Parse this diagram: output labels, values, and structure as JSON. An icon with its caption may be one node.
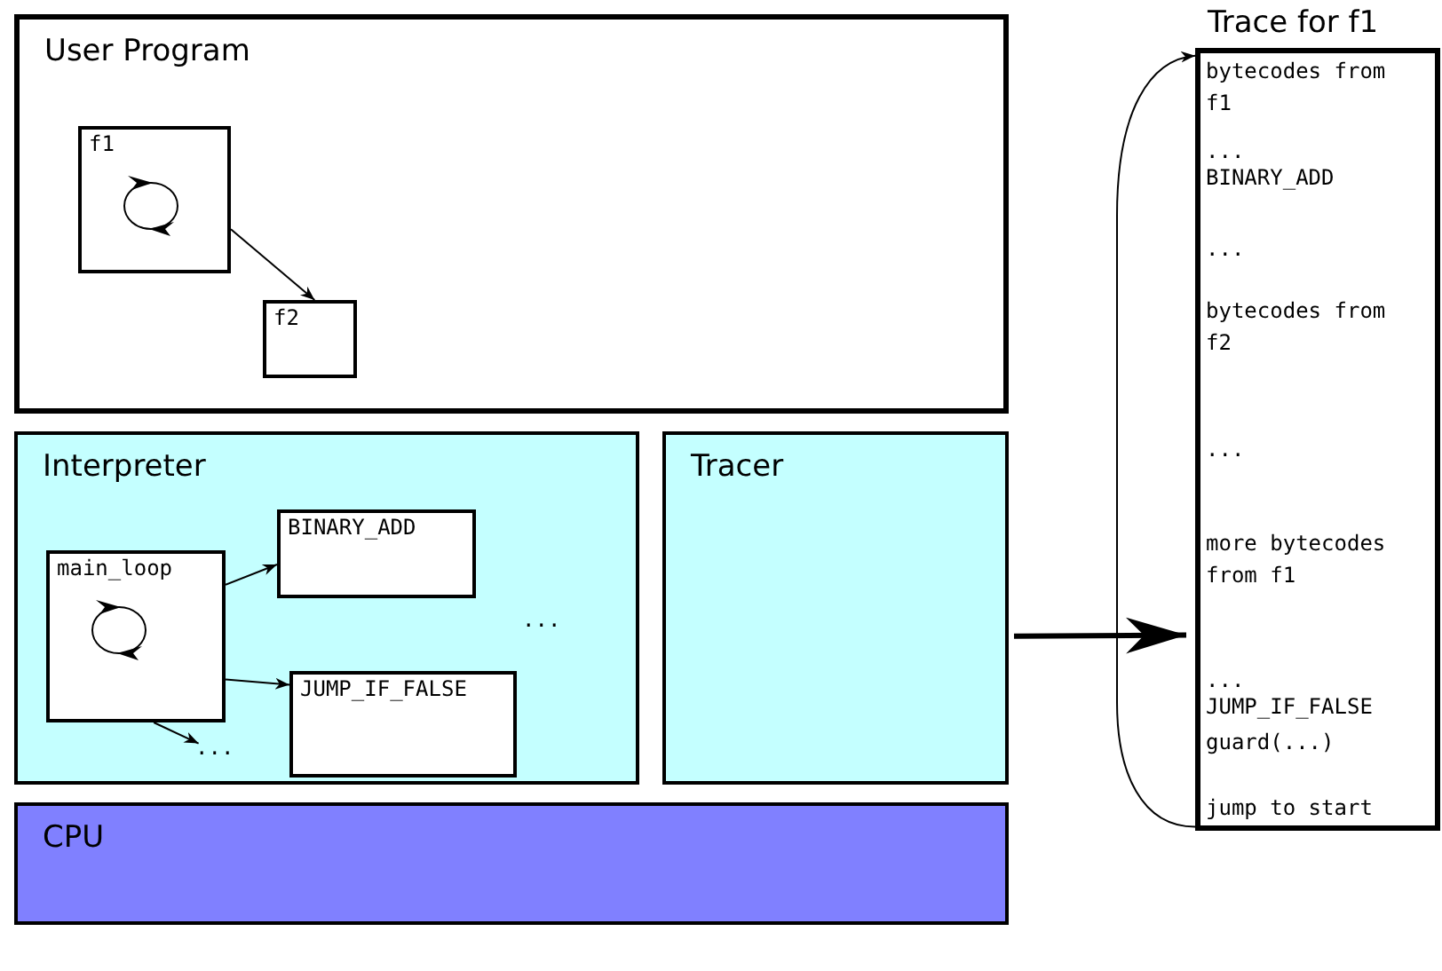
{
  "diagram": {
    "nodes": [
      {
        "text": [
          "User Program"
        ]
      },
      {
        "text": [
          "f1"
        ],
        "in": 0
      },
      {
        "text": [
          "f2"
        ],
        "in": 0
      },
      {
        "text": [
          "Interpreter"
        ]
      },
      {
        "text": [
          "main_loop"
        ],
        "in": 3
      },
      {
        "text": [
          "BINARY_ADD"
        ],
        "in": 3
      },
      {
        "text": [
          "JUMP_IF_FALSE"
        ],
        "in": 3
      },
      {
        "text": [
          "..."
        ],
        "in": 3
      },
      {
        "text": [
          "Tracer"
        ]
      },
      {
        "text": [
          "CPU"
        ]
      },
      {
        "text": [
          "Trace for f1",
          "bytecodes from f1",
          "...",
          "BINARY_ADD",
          "...",
          "bytecodes from f2",
          "...",
          "more bytecodes from f1",
          "...",
          "JUMP_IF_FALSE",
          "guard(...)",
          "jump to start"
        ]
      }
    ],
    "edges": [
      {
        "from": 1,
        "to": 2,
        "arrow": "to"
      },
      {
        "from": 4,
        "to": 5,
        "arrow": "to"
      },
      {
        "from": 4,
        "to": 6,
        "arrow": "to"
      },
      {
        "from": 4,
        "to": 7,
        "arrow": "to"
      },
      {
        "from": 8,
        "to": 10,
        "arrow": "to",
        "style": "thick"
      },
      {
        "from": 10,
        "to": 10,
        "arrow": "to"
      }
    ],
    "labels": [
      "..."
    ]
  }
}
